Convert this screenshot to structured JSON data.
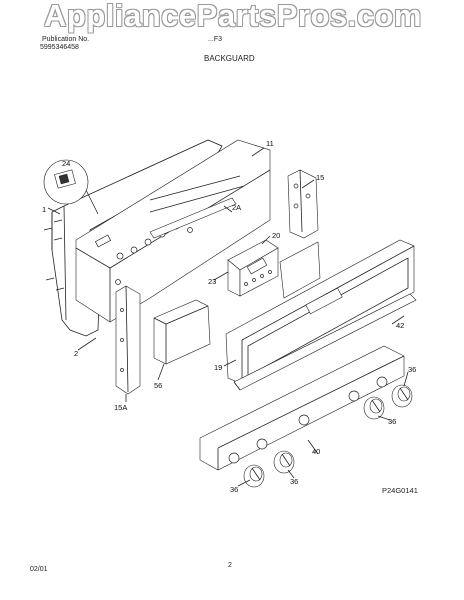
{
  "watermark": "AppliancePartsPros.com",
  "header": {
    "publication_label": "Publication No.",
    "publication_number": "5995346458",
    "model_fragment": "...F3",
    "section_title": "BACKGUARD"
  },
  "callouts": {
    "c1": "1",
    "c2": "2",
    "c11": "11",
    "c15": "15",
    "c15a": "15A",
    "c19": "19",
    "c2a": "2A",
    "c20": "20",
    "c23": "23",
    "c24": "24",
    "c36a": "36",
    "c36b": "36",
    "c36c": "36",
    "c36d": "36",
    "c40": "40",
    "c42": "42",
    "c56": "56"
  },
  "figure_code": "P24G0141",
  "footer": {
    "date": "02/01",
    "page_number": "2"
  }
}
